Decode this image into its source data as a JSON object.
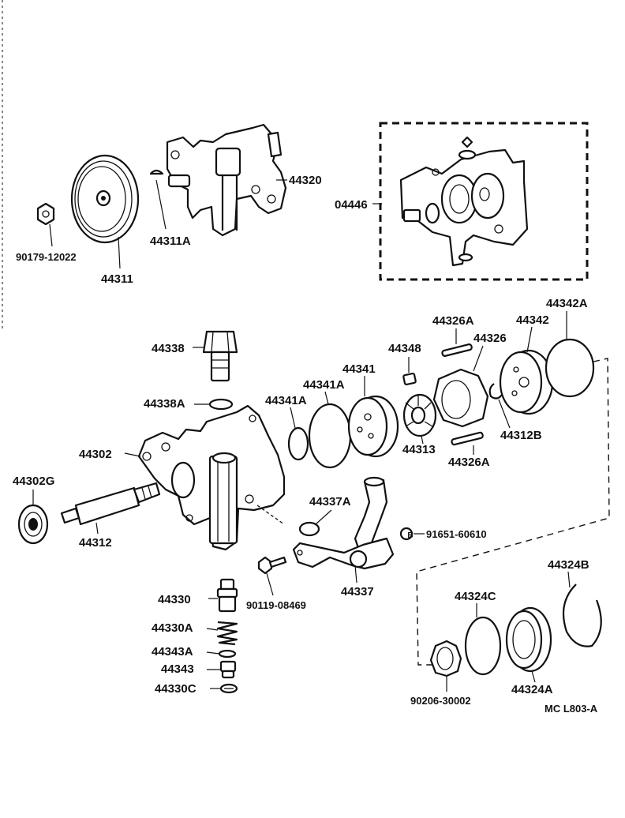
{
  "diagram": {
    "labels": {
      "p90179": "90179-12022",
      "p44311": "44311",
      "p44311A": "44311A",
      "p44320": "44320",
      "p04446": "04446",
      "p44342A": "44342A",
      "p44326A_top": "44326A",
      "p44342": "44342",
      "p44326": "44326",
      "p44348": "44348",
      "p44338": "44338",
      "p44341": "44341",
      "p44341A_1": "44341A",
      "p44341A_2": "44341A",
      "p44338A": "44338A",
      "p44313": "44313",
      "p44312B": "44312B",
      "p44326A_bot": "44326A",
      "p44302": "44302",
      "p44302G": "44302G",
      "p44312": "44312",
      "p44337A": "44337A",
      "p91651": "91651-60610",
      "p44337": "44337",
      "p90119": "90119-08469",
      "p44330": "44330",
      "p44330A": "44330A",
      "p44343A": "44343A",
      "p44343": "44343",
      "p44330C": "44330C",
      "p44324B": "44324B",
      "p44324C": "44324C",
      "p44324A": "44324A",
      "p90206": "90206-30002",
      "callout_b": "B",
      "figure_code": "MC L803-A"
    }
  }
}
